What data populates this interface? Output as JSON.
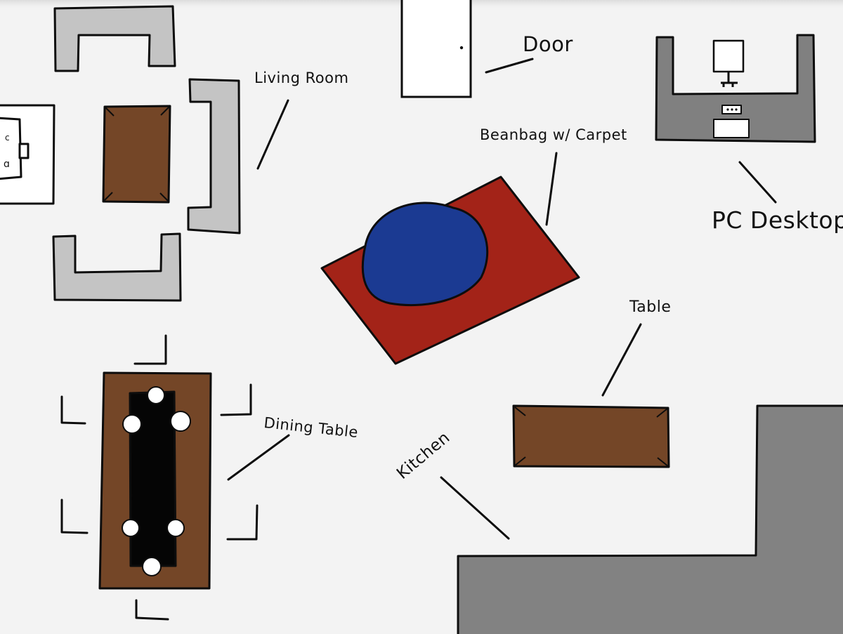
{
  "labels": {
    "living_room": "Living Room",
    "door": "Door",
    "beanbag": "Beanbag w/ Carpet",
    "pc_desktop": "PC Desktop",
    "table": "Table",
    "dining_table": "Dining Table",
    "kitchen": "Kitchen"
  },
  "colors": {
    "paper": "#f3f3f3",
    "outline": "#0d0d0d",
    "sofa_gray": "#c4c4c4",
    "wood_brown": "#744627",
    "carpet_red": "#a32318",
    "beanbag_blue": "#1b3a92",
    "desk_gray": "#808080",
    "kitchen_gray": "#828282",
    "white": "#ffffff",
    "black": "#050505"
  }
}
